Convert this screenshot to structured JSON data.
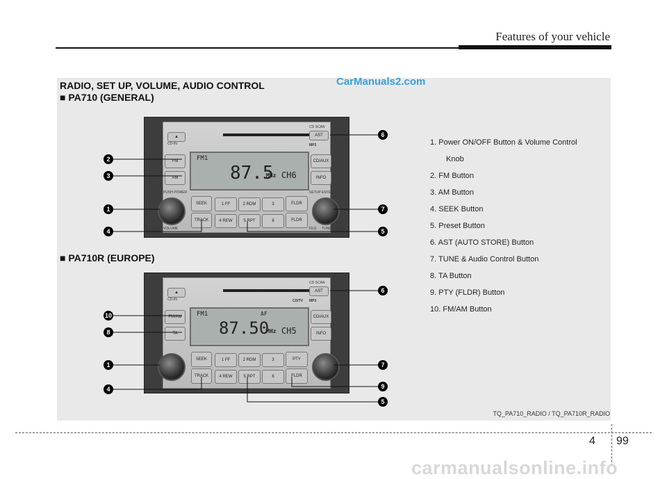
{
  "header": {
    "title": "Features of your vehicle"
  },
  "section": {
    "title": "RADIO, SET UP, VOLUME, AUDIO CONTROL",
    "model_general": "■ PA710 (GENERAL)",
    "model_europe": "■ PA710R (EUROPE)"
  },
  "watermark": "CarManuals2.com",
  "radio_general": {
    "band": "FM1",
    "frequency": "87.5",
    "unit": "MHz",
    "channel": "CH6",
    "buttons": {
      "fm": "FM",
      "am": "AM",
      "cd_aux": "CD/AUX",
      "info": "INFO",
      "seek": "SEEK",
      "track": "TRACK",
      "fldr_up": "FLDR",
      "fldr_down": "FLDR",
      "ast": "AST",
      "eject": "▲",
      "p1": "1 FF",
      "p2": "2 RDM",
      "p3": "3",
      "p4": "4 REW",
      "p5": "5 RPT",
      "p6": "6"
    },
    "labels": {
      "cd_scan": "CD SCAN",
      "mp3": "MP3",
      "power": "PUSH POWER",
      "volume": "VOLUME",
      "setup": "SETUP",
      "enter": "ENTER",
      "file": "FILE",
      "tune": "TUNE",
      "cd_in": "CD-IN"
    }
  },
  "radio_europe": {
    "band": "FM1",
    "af": "AF",
    "frequency": "87.50",
    "unit": "MHz",
    "channel": "CH5",
    "buttons": {
      "fm_am": "FM/AM",
      "ta": "TA",
      "cd_aux": "CD/AUX",
      "info": "INFO",
      "seek": "SEEK",
      "track": "TRACK",
      "pty": "PTY",
      "fldr": "FLDR",
      "ast": "AST",
      "eject": "▲",
      "p1": "1 FF",
      "p2": "2 RDM",
      "p3": "3",
      "p4": "4 REW",
      "p5": "5 RPT",
      "p6": "6"
    },
    "labels": {
      "cd_scan": "CD SCAN",
      "mp3": "MP3",
      "cd_in": "CD-IN",
      "rds": "CD/TV"
    }
  },
  "callouts": [
    "1",
    "2",
    "3",
    "4",
    "5",
    "6",
    "7",
    "8",
    "9",
    "10"
  ],
  "features": [
    {
      "num": "1.",
      "label": "Power ON/OFF Button & Volume Control",
      "cont": "Knob"
    },
    {
      "num": "2.",
      "label": "FM Button"
    },
    {
      "num": "3.",
      "label": "AM Button"
    },
    {
      "num": "4.",
      "label": "SEEK Button"
    },
    {
      "num": "5.",
      "label": "Preset Button"
    },
    {
      "num": "6.",
      "label": "AST (AUTO STORE) Button"
    },
    {
      "num": "7.",
      "label": "TUNE & Audio Control Button"
    },
    {
      "num": "8.",
      "label": "TA Button"
    },
    {
      "num": "9.",
      "label": "PTY (FLDR) Button"
    },
    {
      "num": "10.",
      "label": "FM/AM Button"
    }
  ],
  "caption": "TQ_PA710_RADIO / TQ_PA710R_RADIO",
  "page": {
    "chapter": "4",
    "number": "99"
  },
  "site": "carmanualsonline.info"
}
